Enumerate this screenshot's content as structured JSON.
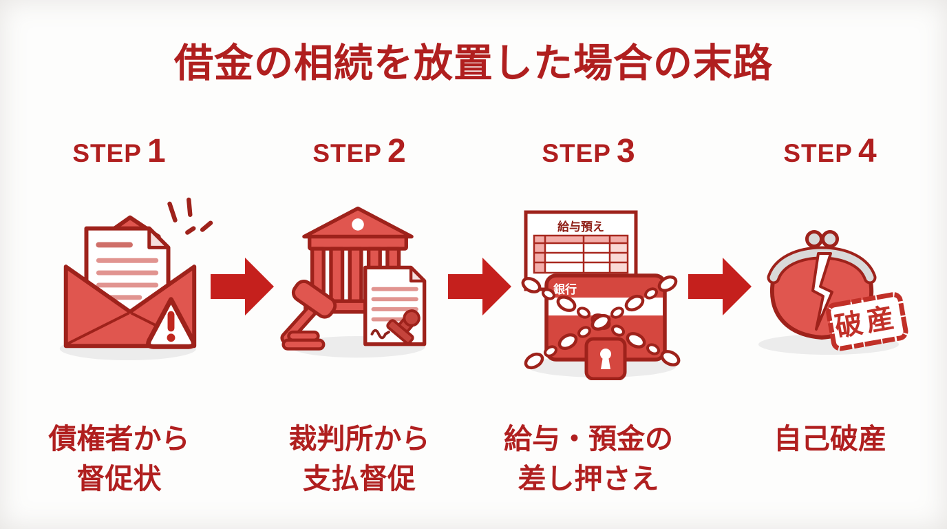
{
  "title": "借金の相続を放置した場合の末路",
  "steps": [
    {
      "step_label": "STEP",
      "step_number": "1",
      "caption": [
        "債権者から",
        "督促状"
      ],
      "icon": "dunning-letter-envelope"
    },
    {
      "step_label": "STEP",
      "step_number": "2",
      "caption": [
        "裁判所から",
        "支払督促"
      ],
      "icon": "courthouse-gavel-document"
    },
    {
      "step_label": "STEP",
      "step_number": "3",
      "caption": [
        "給与・預金の",
        "差し押さえ"
      ],
      "icon": "chained-bankbook-salary-table"
    },
    {
      "step_label": "STEP",
      "step_number": "4",
      "caption": [
        "自己破産"
      ],
      "icon": "broken-purse-bankruptcy-stamp"
    }
  ],
  "icon_labels": {
    "salary_table_title": "給与預え",
    "bank_passbook": "銀行",
    "bankruptcy_stamp": "破産"
  },
  "colors": {
    "text_red": "#b01f1f",
    "arrow_red": "#c5201d",
    "icon_fill_salmon": "#e0564f",
    "icon_deep_red": "#d5473f",
    "icon_outline": "#9e221b",
    "light_pink": "#f3aeaa",
    "metal_gray": "#d9d9d9",
    "shadow_gray": "#ececec",
    "background": "#fdfdfc"
  }
}
